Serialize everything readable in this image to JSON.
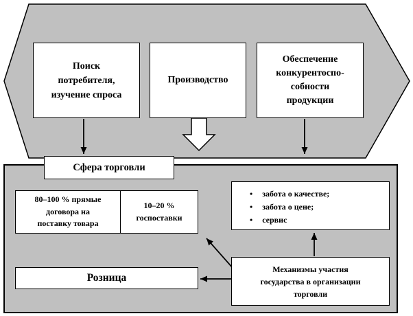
{
  "colors": {
    "band_gray": "#c0c0c0",
    "panel_gray": "#c0c0c0",
    "box_background": "#ffffff",
    "line_black": "#000000"
  },
  "shapes": {
    "band": "left-right-block-arrow",
    "production_arrow": "down-block-arrow",
    "connectors": "straight-black-arrows"
  },
  "top_band": {
    "search_box": {
      "text": "Поиск потребителя, изучение спроса",
      "lines": [
        "Поиск",
        "потребителя,",
        "изучение спроса"
      ]
    },
    "production_box": {
      "label": "Производство"
    },
    "competitiveness_box": {
      "text": "Обеспечение конкурентоспо-собности продукции",
      "lines": [
        "Обеспечение",
        "конкурентоспо-",
        "собности",
        "продукции"
      ]
    }
  },
  "bottom_panel": {
    "trade_sphere_box": {
      "label": "Сфера торговли"
    },
    "contracts_box": {
      "direct_cell": {
        "text": "80–100 % прямые договора на поставку товара",
        "lines": [
          "80–100 % прямые",
          "договора на",
          "поставку товара"
        ]
      },
      "state_cell": {
        "text": "10–20 % госпоставки",
        "lines": [
          "10–20 %",
          "госпоставки"
        ]
      }
    },
    "care_box": {
      "items": [
        "забота о качестве;",
        "забота о цене;",
        "сервис"
      ]
    },
    "retail_box": {
      "label": "Розница"
    },
    "mechanisms_box": {
      "text": "Механизмы участия государства в организации торговли",
      "lines": [
        "Механизмы участия",
        "государства в организации",
        "торговли"
      ]
    }
  }
}
